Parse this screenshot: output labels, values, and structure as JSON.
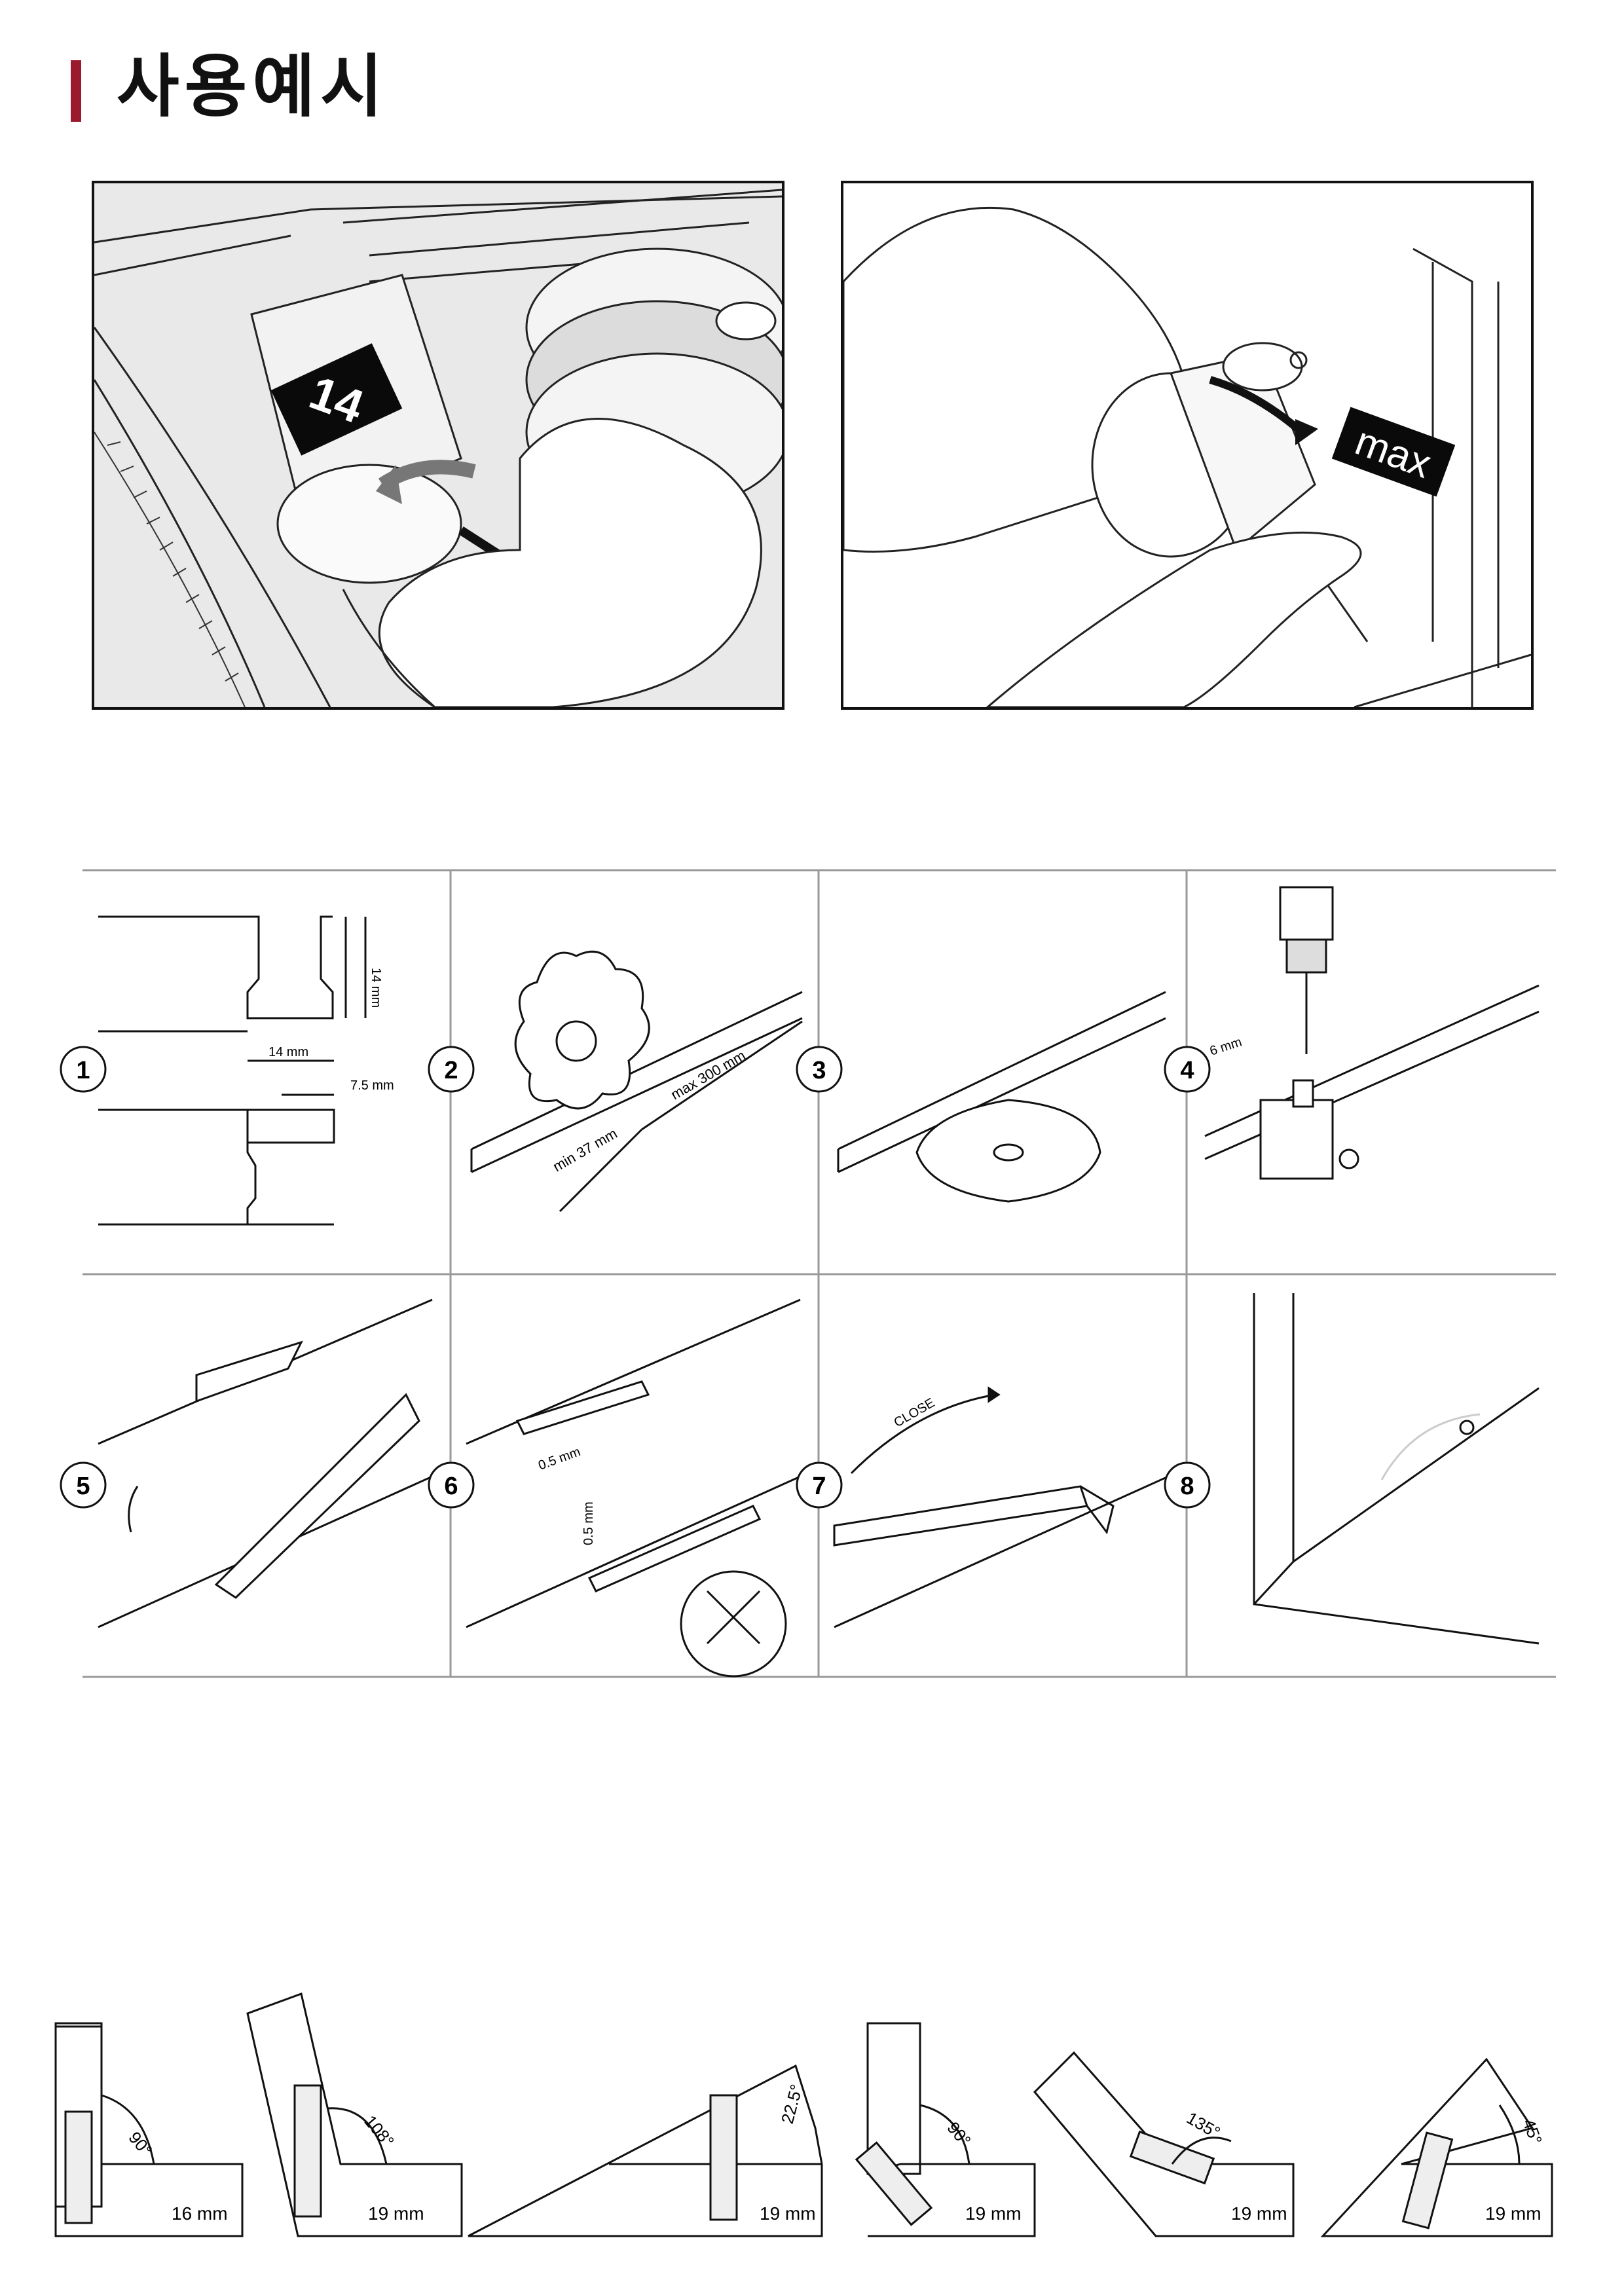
{
  "page": {
    "title": "사용예시"
  },
  "photos": {
    "dial": {
      "label": "14"
    },
    "setting": {
      "label": "max"
    }
  },
  "steps": [
    {
      "number": "1",
      "labels": [
        "14 mm",
        "14 mm",
        "7.5 mm"
      ]
    },
    {
      "number": "2",
      "labels": [
        "min 37 mm",
        "max 300 mm"
      ]
    },
    {
      "number": "3",
      "labels": []
    },
    {
      "number": "4",
      "labels": [
        "6 mm"
      ]
    },
    {
      "number": "5",
      "labels": []
    },
    {
      "number": "6",
      "labels": [
        "0.5 mm",
        "0.5 mm"
      ]
    },
    {
      "number": "7",
      "labels": [
        "CLOSE"
      ]
    },
    {
      "number": "8",
      "labels": []
    }
  ],
  "angle_examples": [
    {
      "angle": "90°",
      "thickness": "16 mm"
    },
    {
      "angle": "108°",
      "thickness": "19 mm"
    },
    {
      "angle": "22.5°",
      "thickness": "19 mm"
    },
    {
      "angle": "90°",
      "thickness": "19 mm"
    },
    {
      "angle": "135°",
      "thickness": "19 mm"
    },
    {
      "angle": "45°",
      "thickness": "19 mm"
    }
  ],
  "colors": {
    "accent": "#9b1b2e",
    "line": "#111111",
    "grid": "#999999"
  }
}
